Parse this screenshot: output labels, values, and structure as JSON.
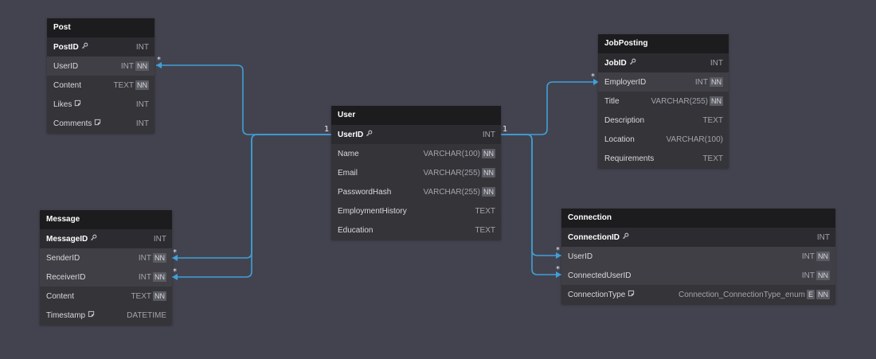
{
  "tables": {
    "post": {
      "title": "Post",
      "rows": [
        {
          "name": "PostID",
          "type": "INT",
          "badges": [],
          "icon": "key-icon"
        },
        {
          "name": "UserID",
          "type": "INT",
          "badges": [
            "NN"
          ]
        },
        {
          "name": "Content",
          "type": "TEXT",
          "badges": [
            "NN"
          ]
        },
        {
          "name": "Likes",
          "type": "INT",
          "badges": [],
          "icon": "note-icon"
        },
        {
          "name": "Comments",
          "type": "INT",
          "badges": [],
          "icon": "note-icon"
        }
      ]
    },
    "message": {
      "title": "Message",
      "rows": [
        {
          "name": "MessageID",
          "type": "INT",
          "badges": [],
          "icon": "key-icon"
        },
        {
          "name": "SenderID",
          "type": "INT",
          "badges": [
            "NN"
          ]
        },
        {
          "name": "ReceiverID",
          "type": "INT",
          "badges": [
            "NN"
          ]
        },
        {
          "name": "Content",
          "type": "TEXT",
          "badges": [
            "NN"
          ]
        },
        {
          "name": "Timestamp",
          "type": "DATETIME",
          "badges": [],
          "icon": "note-icon"
        }
      ]
    },
    "user": {
      "title": "User",
      "rows": [
        {
          "name": "UserID",
          "type": "INT",
          "badges": [],
          "icon": "key-icon"
        },
        {
          "name": "Name",
          "type": "VARCHAR(100)",
          "badges": [
            "NN"
          ]
        },
        {
          "name": "Email",
          "type": "VARCHAR(255)",
          "badges": [
            "NN"
          ]
        },
        {
          "name": "PasswordHash",
          "type": "VARCHAR(255)",
          "badges": [
            "NN"
          ]
        },
        {
          "name": "EmploymentHistory",
          "type": "TEXT",
          "badges": []
        },
        {
          "name": "Education",
          "type": "TEXT",
          "badges": []
        }
      ]
    },
    "jobposting": {
      "title": "JobPosting",
      "rows": [
        {
          "name": "JobID",
          "type": "INT",
          "badges": [],
          "icon": "key-icon"
        },
        {
          "name": "EmployerID",
          "type": "INT",
          "badges": [
            "NN"
          ]
        },
        {
          "name": "Title",
          "type": "VARCHAR(255)",
          "badges": [
            "NN"
          ]
        },
        {
          "name": "Description",
          "type": "TEXT",
          "badges": []
        },
        {
          "name": "Location",
          "type": "VARCHAR(100)",
          "badges": []
        },
        {
          "name": "Requirements",
          "type": "TEXT",
          "badges": []
        }
      ]
    },
    "connection": {
      "title": "Connection",
      "rows": [
        {
          "name": "ConnectionID",
          "type": "INT",
          "badges": [],
          "icon": "key-icon"
        },
        {
          "name": "UserID",
          "type": "INT",
          "badges": [
            "NN"
          ]
        },
        {
          "name": "ConnectedUserID",
          "type": "INT",
          "badges": [
            "NN"
          ]
        },
        {
          "name": "ConnectionType",
          "type": "Connection_ConnectionType_enum",
          "badges": [
            "E",
            "NN"
          ],
          "icon": "note-icon"
        }
      ]
    }
  },
  "cardinality": {
    "one": "1",
    "many": "*"
  },
  "colors": {
    "background": "#43434f",
    "relation_line": "#3fa0d8",
    "header": "#1c1c1f",
    "body": "#343439"
  }
}
